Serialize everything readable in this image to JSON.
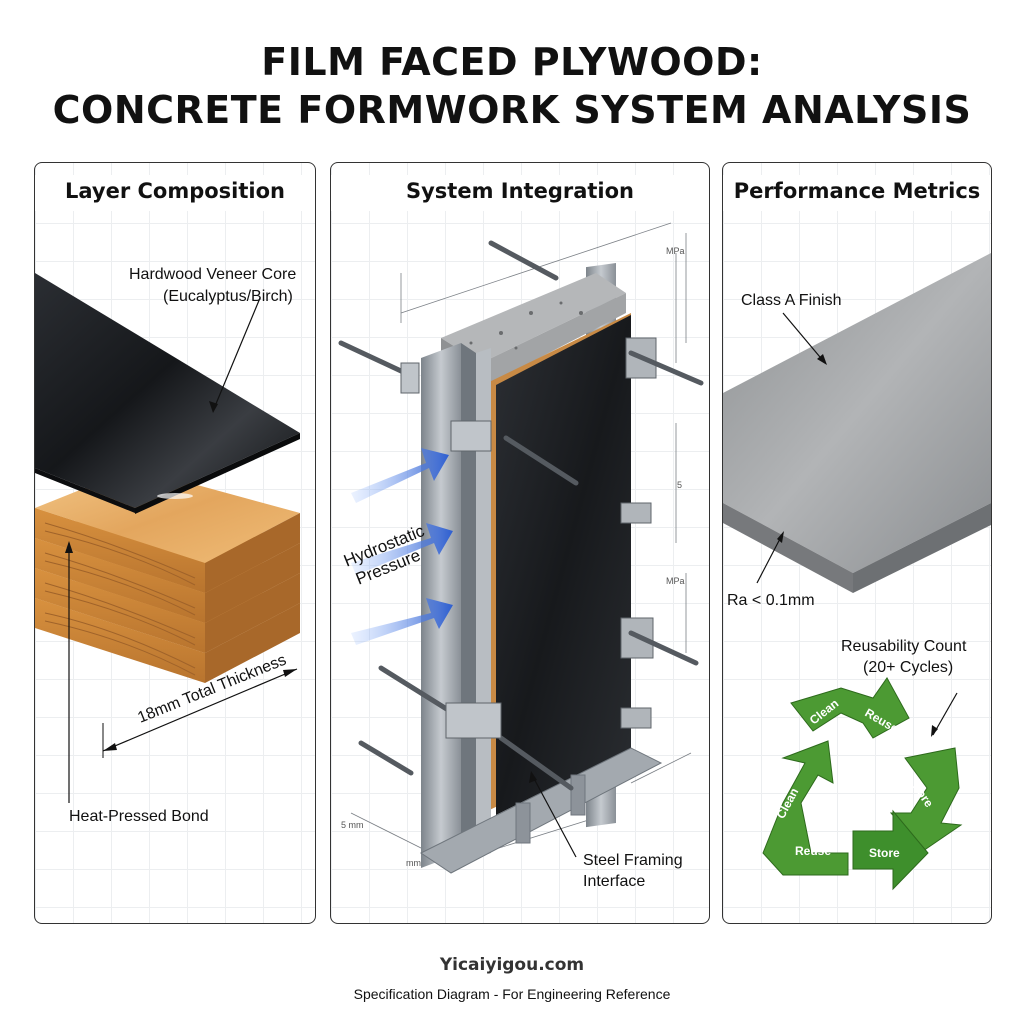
{
  "title_line1": "FILM FACED PLYWOOD:",
  "title_line2": "CONCRETE FORMWORK SYSTEM ANALYSIS",
  "panels": {
    "layer": {
      "title": "Layer Composition",
      "label_core_1": "Hardwood Veneer Core",
      "label_core_2": "(Eucalyptus/Birch)",
      "label_thickness": "18mm Total Thickness",
      "label_bond": "Heat-Pressed Bond"
    },
    "system": {
      "title": "System Integration",
      "label_pressure_1": "Hydrostatic",
      "label_pressure_2": "Pressure",
      "label_framing_1": "Steel Framing",
      "label_framing_2": "Interface",
      "dim_mpa": "MPa",
      "dim_5": "5",
      "dim_5mm": "5 mm",
      "dim_mm": "mm"
    },
    "metrics": {
      "title": "Performance Metrics",
      "label_finish": "Class A Finish",
      "label_ra": "Ra < 0.1mm",
      "label_reuse_1": "Reusability Count",
      "label_reuse_2": "(20+ Cycles)",
      "cycle_words": [
        "Clean",
        "Reuse",
        "Store",
        "Clean",
        "Reuse",
        "Store"
      ]
    }
  },
  "footer": {
    "site": "Yicaiyigou.com",
    "caption": "Specification Diagram - For Engineering Reference"
  },
  "colors": {
    "wood_light": "#e9b36d",
    "wood_dark": "#c9823b",
    "film": "#1b1d20",
    "steel": "#9aa0a6",
    "arrow_blue": "#2f5fd0",
    "cycle_green": "#3e8f2c",
    "concrete": "#9b9d9f"
  }
}
